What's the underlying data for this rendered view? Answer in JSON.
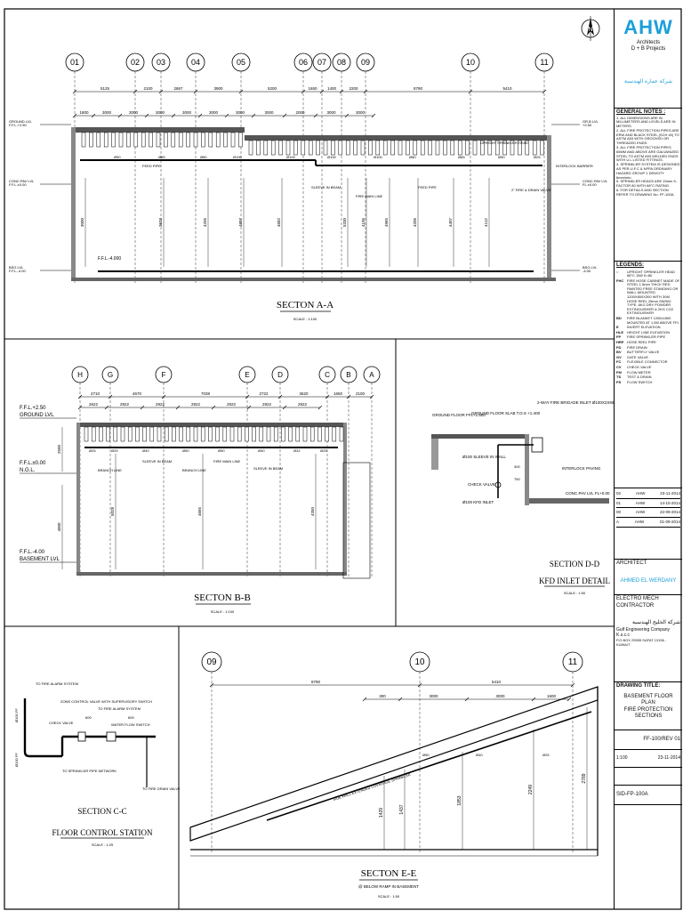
{
  "company": {
    "logo": "AHW",
    "subtitle_1": "Architects",
    "subtitle_2": "D + B Projects",
    "arabic": "شركة عمارة الهندسية"
  },
  "sections": {
    "aa": {
      "title": "SECTON A-A",
      "scale": "SCALE : 1:100",
      "grid": [
        "01",
        "02",
        "03",
        "04",
        "05",
        "06",
        "07",
        "08",
        "09",
        "10",
        "11"
      ],
      "dims_top": [
        "5125",
        "2100",
        "2867",
        "3900",
        "5200",
        "1650",
        "1400",
        "2200",
        "8790",
        "5410"
      ],
      "dims_second": [
        "1800",
        "3000",
        "3000",
        "3000",
        "3000",
        "3000",
        "3000",
        "3000",
        "2000",
        "3000",
        "3000"
      ],
      "levels_left": [
        "GROUND LVL",
        "F.F.L.+2.50",
        "CONC.PAV LVL",
        "F.F.L.±0.00",
        "BSG LVL",
        "F.F.L.-4.00"
      ],
      "levels_right": [
        "GR.B LVL",
        "+2.50",
        "CONC.PAV LVL",
        "FL ±0.00",
        "BSG LVL",
        "-4.00"
      ],
      "ffl_label": "F.F.L.-4.000",
      "heights": [
        "3000",
        "3633",
        "4335",
        "4387",
        "4682",
        "5330",
        "4195",
        "4965",
        "4205",
        "4407",
        "4112"
      ],
      "notes": [
        "UPRIGHT SPRINKLER HEAD",
        "FEED PIPE",
        "SLEEVE IN BEAM",
        "FIRE MAIN LINE",
        "FEED PIPE",
        "2\" FIRE & DRAIN VALVE",
        "INTERLOCK BARRIER"
      ],
      "pipes": [
        "Ø50",
        "Ø65",
        "Ø80",
        "Ø100",
        "Ø100",
        "Ø100",
        "Ø100",
        "Ø80",
        "Ø65",
        "Ø50",
        "Ø25"
      ]
    },
    "bb": {
      "title": "SECTON B-B",
      "scale": "SCALE : 1:100",
      "grid": [
        "H",
        "G",
        "F",
        "E",
        "D",
        "C",
        "B",
        "A"
      ],
      "dims_top": [
        "2710",
        "4670",
        "7038",
        "2722",
        "3620",
        "1650",
        "2100"
      ],
      "dims_second": [
        "2622",
        "2922",
        "2922",
        "2922",
        "2922",
        "2922",
        "2922"
      ],
      "levels": [
        "F.F.L.+2.50",
        "GROUND LVL",
        "F.F.L.±0.00",
        "N.G.L.",
        "F.F.L.-4.00",
        "BASEMENT LVL"
      ],
      "heights": [
        "2500",
        "4000",
        "5028",
        "4665",
        "4350"
      ],
      "notes": [
        "BRANCH LINE",
        "BRANCH LINE",
        "SLEEVE IN BEAM",
        "FIRE MAIN LINE",
        "SLEEVE IN BEAM"
      ],
      "pipes": [
        "Ø25",
        "Ø25",
        "Ø40",
        "Ø50",
        "Ø50",
        "Ø40",
        "Ø32",
        "Ø25"
      ]
    },
    "dd": {
      "title_1": "SECTION D-D",
      "title_2": "KFD INLET DETAIL",
      "scale": "SCALE : 1:50",
      "notes": [
        "GROUND FLOOR FFL+1.500",
        "GROUND FLOOR SLAB T.O.S +1.400",
        "2-WAY FIRE BRIGADE INLET Ø100X2X65",
        "Ø100 SLEEVE IN WALL",
        "CHECK VALVE",
        "Ø100 KFD INLET",
        "INTERLOCK PAVING",
        "CONC.PAV LVL FL+0.00",
        "300",
        "750"
      ]
    },
    "cc": {
      "title_1": "SECTION C-C",
      "title_2": "FLOOR CONTROL STATION",
      "scale": "SCALE : 1:25",
      "notes": [
        "TO FIRE ALARM SYSTEM",
        "ZONE CONTROL VALVE WITH SUPERVISORY SWITCH",
        "TO FIRE ALARM SYSTEM",
        "CHECK VALVE",
        "WATER FLOW SWITCH",
        "TO SPRINKLER PIPE NETWORK",
        "TO FIRE DRAIN VALVE",
        "Ø100 FF",
        "Ø100 FF",
        "600",
        "600"
      ]
    },
    "ee": {
      "title": "SECTON E-E",
      "subtitle": "@ BELOW RAMP IN BASEMENT",
      "scale": "SCALE : 1:50",
      "grid": [
        "09",
        "10",
        "11"
      ],
      "dims_top": [
        "8790",
        "5410"
      ],
      "dims_second": [
        "300",
        "3000",
        "3000",
        "1600"
      ],
      "heights": [
        "1429",
        "1437",
        "1853",
        "2249",
        "2789"
      ],
      "pipes": [
        "Ø50",
        "Ø40",
        "Ø25"
      ],
      "note": "SIDE WALL EXTENDED COVERAGE SPRINKLER"
    }
  },
  "north_label": "N",
  "general_notes": {
    "title": "GENERAL NOTES :",
    "items": [
      "1. ALL DIMENSIONS ARE IN MILLIMETERS AND LEVELS ARE IN METERS.",
      "2. ALL FIRE PROTECTION PIPES ARE ERW AND BLACK STEEL (SCH 40) TO ASTM A53 WITH GROOVED OR THREADED ENDS.",
      "3. ALL FIRE PROTECTION PIPES 65MM AND ABOVE ARE GALVANIZED STEEL TO ASTM A53 WELDED ENDS WITH U.L LISTED FITTINGS.",
      "4. SPRINKLER SYSTEM IS DESIGNED AS PER U.F.C & NFPA ORDINARY HAZARD GROUP 1 DENSITY 6mm/min.",
      "5. SPRINKLER HEADS ARE 15mm K-FACTOR 80 WITH 68°C RATING.",
      "6. FOR DETAILS AND SECTION REFER TO DRAWING No. FF-100A."
    ]
  },
  "legends": {
    "title": "LEGENDS:",
    "items": [
      {
        "key": "○",
        "text": "UPRIGHT SPRINKLER HEAD 68°C 15Ø K=80"
      },
      {
        "key": "FHC",
        "text": "FIRE HOSE CABINET MADE OF STEEL 1.5mm THICK RED PAINTED FREE STANDING OR WALL MOUNTED 1200X800X300 WITH 30M HOSE REEL 25mm SWING TYPE, 6KG DRY POWDER EXTINGUISHER & 2KG CO2 EXTINGUISHER"
      },
      {
        "key": "BD",
        "text": "FIRE BLANKET 1200x1800 MOUNTED AT 1.5M ABOVE FFL"
      },
      {
        "key": "E",
        "text": "INVERT ELEVATION"
      },
      {
        "key": "HLE",
        "text": "HEIGHT LINE ELEVATION"
      },
      {
        "key": "FP",
        "text": "FIRE SPRINKLER PIPE"
      },
      {
        "key": "HRP",
        "text": "HOSE REEL PIPE"
      },
      {
        "key": "FD",
        "text": "FIRE DRAIN"
      },
      {
        "key": "BV",
        "text": "BUTTERFLY VALVE"
      },
      {
        "key": "GV",
        "text": "GATE VALVE"
      },
      {
        "key": "FC",
        "text": "FLEXIBLE CONNECTOR"
      },
      {
        "key": "CV",
        "text": "CHECK VALVE"
      },
      {
        "key": "FM",
        "text": "FLOW METER"
      },
      {
        "key": "TS",
        "text": "TEST & DRAIN"
      },
      {
        "key": "PS",
        "text": "FLOW SWITCH"
      }
    ]
  },
  "revisions": [
    {
      "rev": "02",
      "by": "AHW",
      "date": "23-11-2014"
    },
    {
      "rev": "01",
      "by": "AHW",
      "date": "14-10-2014"
    },
    {
      "rev": "00",
      "by": "AHW",
      "date": "22-09-2014"
    },
    {
      "rev": "A",
      "by": "AHW",
      "date": "01-09-2014"
    }
  ],
  "architect": {
    "label": "ARCHITECT",
    "name": "AHMED EL WERDANY"
  },
  "contractor": {
    "label_1": "ELECTRO MECH",
    "label_2": "CONTRACTOR",
    "arabic": "شركة الخليج الهندسية",
    "name": "Gulf Engineering Company K.s.c.c",
    "address": "P.O.BOX 29555 SAFAT 13156 - KUWAIT"
  },
  "drawing": {
    "title_label": "DRAWING TITLE:",
    "title_1": "BASEMENT FLOOR PLAN",
    "title_2": "FIRE PROTECTION SECTIONS",
    "number": "FF-100/REV 01",
    "scale": "1:100",
    "date": "23-11-2014",
    "footer": "SID-FP-100A"
  }
}
